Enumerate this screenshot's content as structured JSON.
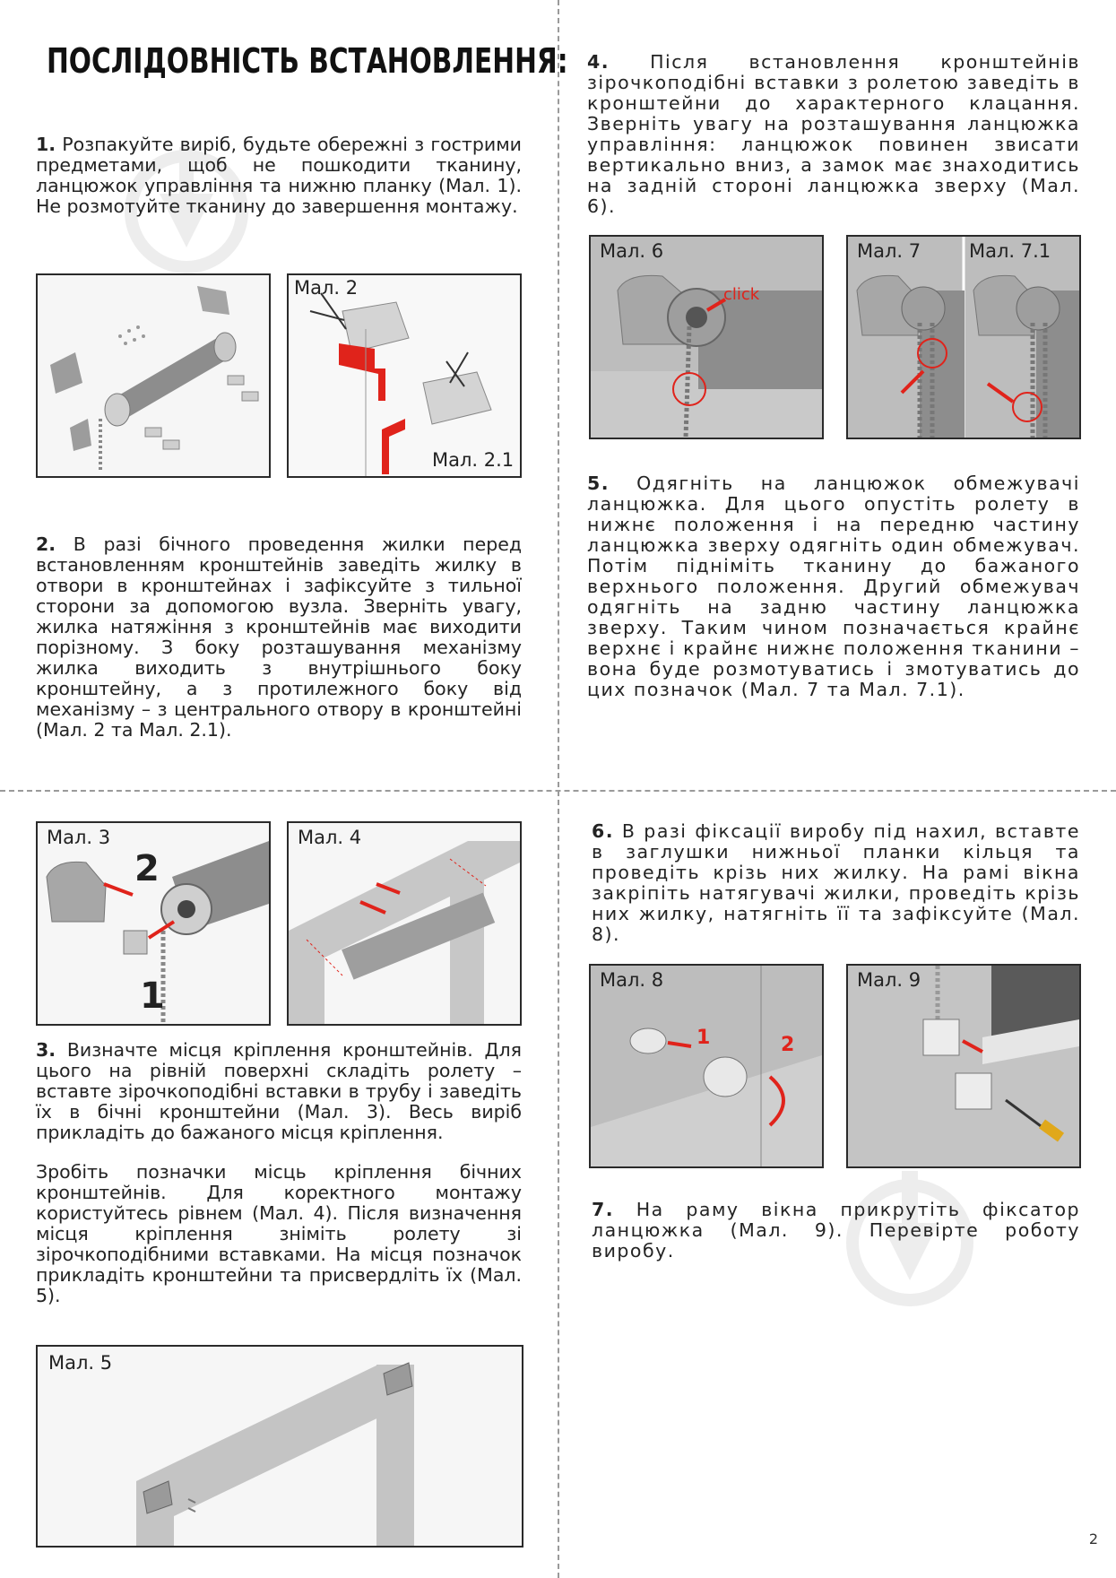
{
  "title": "ПОСЛІДОВНІСТЬ ВСТАНОВЛЕННЯ:",
  "steps": {
    "s1_num": "1.",
    "s1_text": "Розпакуйте виріб, будьте обережні з гострими предметами, щоб не пошкодити тканину, ланцюжок управління та нижню планку (Мал. 1). Не розмотуйте тканину до завершення монтажу.",
    "s2_num": "2.",
    "s2_text": "В разі бічного проведення жилки перед встановленням кронштейнів заведіть жилку в отвори в кронштейнах і зафіксуйте з тильної сторони за допомогою вузла. Зверніть увагу, жилка натяжіння з кронштейнів має виходити порізному. З боку розташування механізму жилка виходить з внутрішнього боку кронштейну, а з протилежного боку від механізму – з центрального отвору в кронштейні (Мал. 2 та Мал. 2.1).",
    "s3_num": "3.",
    "s3_text": "Визначте місця кріплення кронштейнів. Для цього на рівній поверхні складіть ролету – вставте зірочкоподібні вставки в трубу і заведіть їх в бічні кронштейни (Мал. 3). Весь виріб прикладіть до бажаного місця кріплення.",
    "s3_text2": "Зробіть позначки місць кріплення бічних кронштейнів. Для коректного монтажу користуйтесь рівнем (Мал. 4). Після визначення місця кріплення зніміть ролету зі зірочкоподібними вставками. На місця позначок прикладіть кронштейни та присвердліть їх (Мал. 5).",
    "s4_num": "4.",
    "s4_text": "Після встановлення кронштейнів зірочкоподібні вставки з ролетою заведіть в кронштейни до характерного клацання. Зверніть увагу на розташування ланцюжка управління: ланцюжок повинен звисати вертикально вниз, а замок має знаходитись на задній стороні ланцюжка зверху (Мал. 6).",
    "s5_num": "5.",
    "s5_text": "Одягніть на ланцюжок обмежувачі ланцюжка. Для цього опустіть ролету в нижнє положення і на передню частину ланцюжка зверху одягніть один обмежувач. Потім підніміть тканину до бажаного верхнього положення. Другий обмежувач одягніть на задню частину ланцюжка зверху. Таким чином позначається крайнє верхнє і крайнє нижнє положення тканини – вона буде розмотуватись і змотуватись до цих позначок (Мал. 7 та Мал. 7.1).",
    "s6_num": "6.",
    "s6_text": "В разі фіксації виробу під нахил, вставте в заглушки нижньої планки кільця та проведіть крізь них жилку. На рамі вікна закріпіть натягувачі жилки, проведіть крізь них жилку, натягніть її та зафіксуйте (Мал. 8).",
    "s7_num": "7.",
    "s7_text": "На раму вікна прикрутіть фіксатор ланцюжка (Мал. 9). Перевірте роботу виробу."
  },
  "figures": {
    "m2": "Мал. 2",
    "m21": "Мал. 2.1",
    "m3": "Мал. 3",
    "m4": "Мал. 4",
    "m5": "Мал. 5",
    "m6": "Мал. 6",
    "m7": "Мал. 7",
    "m71": "Мал. 7.1",
    "m8": "Мал. 8",
    "m9": "Мал. 9",
    "click": "click",
    "n1": "1",
    "n2": "2"
  },
  "page_number": "2",
  "colors": {
    "accent": "#e0231b",
    "rail": "#bdbdbd",
    "fabric": "#8d8d8d"
  }
}
